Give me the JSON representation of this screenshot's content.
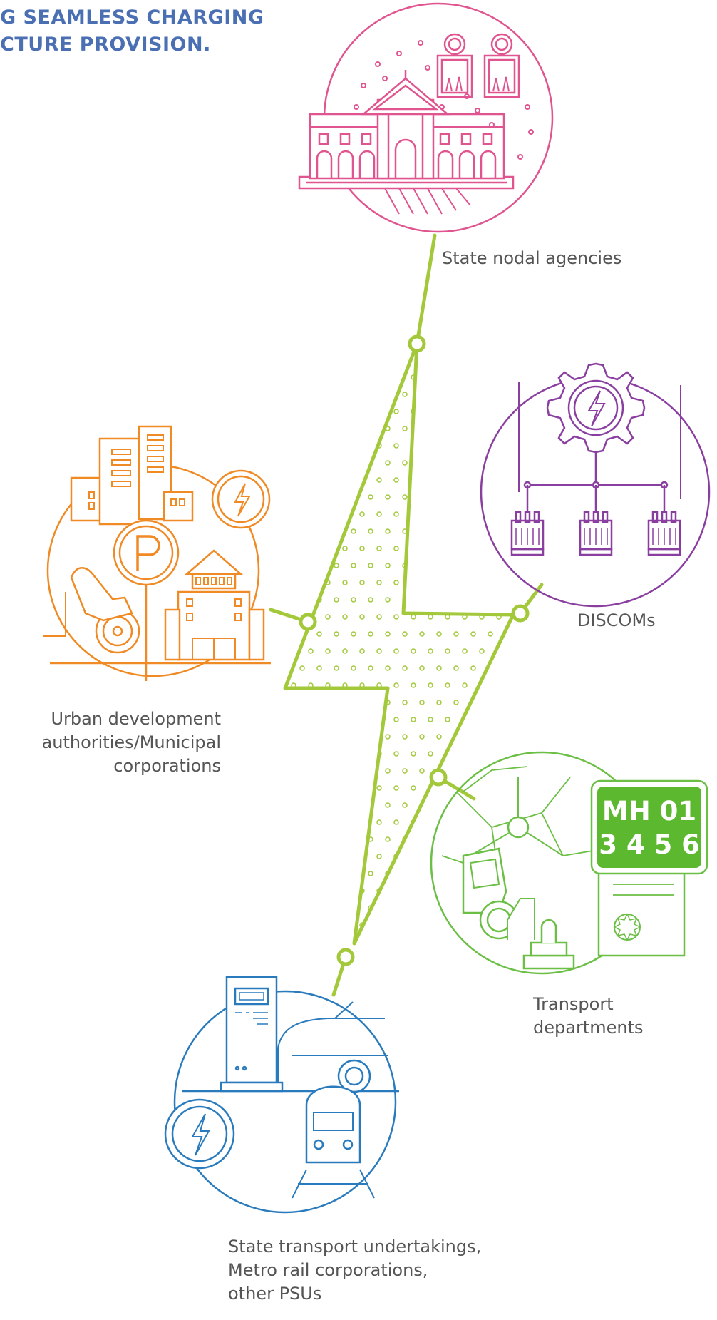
{
  "header": {
    "line1": "G SEAMLESS CHARGING",
    "line2": "CTURE PROVISION."
  },
  "nodes": [
    {
      "id": "state-nodal-agencies",
      "label": "State nodal agencies",
      "color": "#e0558f",
      "icon": "government-building-icon"
    },
    {
      "id": "discoms",
      "label": "DISCOMs",
      "color": "#8a3fa0",
      "icon": "power-distribution-gear-icon"
    },
    {
      "id": "urban-development",
      "label": "Urban development\nauthorities/Municipal\ncorporations",
      "color": "#f08a24",
      "icon": "city-parking-icon"
    },
    {
      "id": "transport-departments",
      "label": "Transport\ndepartments",
      "color": "#6cbf45",
      "icon": "vehicle-registration-icon"
    },
    {
      "id": "state-transport",
      "label": "State transport undertakings,\nMetro rail corporations,\nother PSUs",
      "color": "#2a7bbd",
      "icon": "charging-transit-icon"
    }
  ],
  "plate": {
    "line1": "MH 01",
    "line2": "3 4 5 6"
  },
  "colors": {
    "bolt": "#a3c93a",
    "header": "#4a6fb3"
  }
}
